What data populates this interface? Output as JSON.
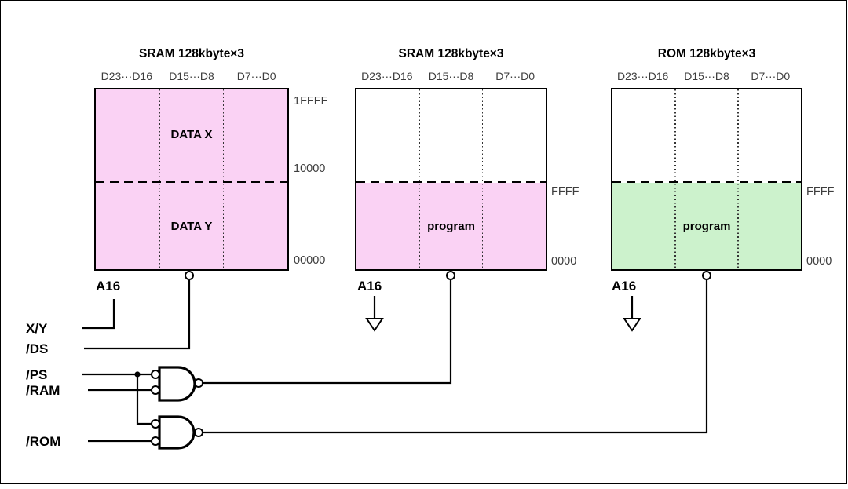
{
  "colors": {
    "sram_fill": "#fad2f4",
    "rom_fill": "#ccf2cc",
    "line": "#000000",
    "label_gray": "#3d3d3d"
  },
  "chips": [
    {
      "title": "SRAM 128kbyte×3",
      "bus_labels": [
        "D23···D16",
        "D15···D8",
        "D7···D0"
      ],
      "region_top": "DATA X",
      "region_bottom": "DATA Y",
      "addr_top": "1FFFF",
      "addr_mid": "10000",
      "addr_bottom": "00000",
      "a16": "A16"
    },
    {
      "title": "SRAM 128kbyte×3",
      "bus_labels": [
        "D23···D16",
        "D15···D8",
        "D7···D0"
      ],
      "region_bottom": "program",
      "addr_mid": "FFFF",
      "addr_bottom": "0000",
      "a16": "A16"
    },
    {
      "title": "ROM 128kbyte×3",
      "bus_labels": [
        "D23···D16",
        "D15···D8",
        "D7···D0"
      ],
      "region_bottom": "program",
      "addr_mid": "FFFF",
      "addr_bottom": "0000",
      "a16": "A16"
    }
  ],
  "signals": {
    "xy": "X/Y",
    "ds": "/DS",
    "ps": "/PS",
    "ram": "/RAM",
    "rom": "/ROM"
  }
}
